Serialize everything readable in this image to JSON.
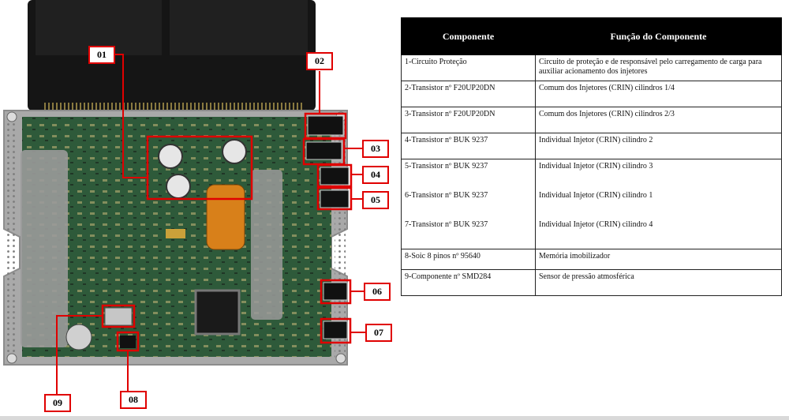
{
  "callouts": {
    "c01": "01",
    "c02": "02",
    "c03": "03",
    "c04": "04",
    "c05": "05",
    "c06": "06",
    "c07": "07",
    "c08": "08",
    "c09": "09"
  },
  "table": {
    "header": {
      "component": "Componente",
      "function": "Função do Componente"
    },
    "rows": [
      {
        "component": "1-Circuito Proteção",
        "function": " Circuito de proteção e de responsável pelo carregamento de carga para auxiliar acionamento dos injetores"
      },
      {
        "component": "2-Transistor nº F20UP20DN",
        "function": "Comum dos Injetores (CRIN) cilindros 1/4"
      },
      {
        "component": "3-Transistor nº F20UP20DN",
        "function": "Comum dos Injetores (CRIN) cilindros 2/3"
      },
      {
        "component": "4-Transistor nº BUK 9237",
        "function": "Individual Injetor (CRIN) cilindro 2"
      },
      {
        "component": "5-Transistor nº BUK 9237",
        "function": "Individual Injetor (CRIN) cilindro 3"
      },
      {
        "component": "6-Transistor nº BUK 9237",
        "function": "Individual Injetor (CRIN) cilindro 1"
      },
      {
        "component": "7-Transistor nº BUK 9237",
        "function": "Individual Injetor (CRIN) cilindro 4"
      },
      {
        "component": "8-Soic 8 pinos nº 95640",
        "function": "Memória imobilizador"
      },
      {
        "component": "9-Componente nº SMD284",
        "function": "Sensor de pressão atmosférica"
      }
    ]
  },
  "colors": {
    "board": "#2e5a3a",
    "metal": "#a9a9a9",
    "callout": "#e00000",
    "connector": "#151515"
  }
}
